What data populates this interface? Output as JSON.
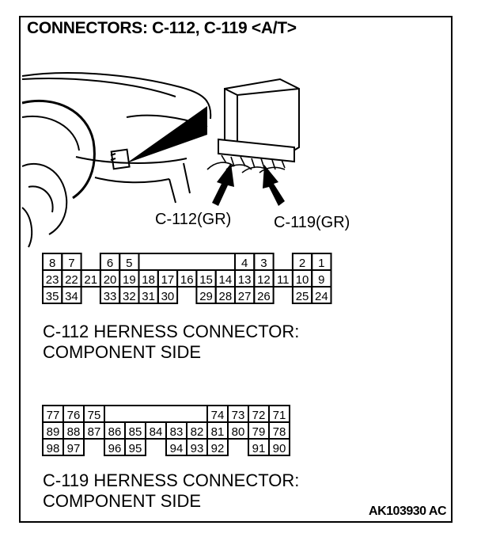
{
  "title": "CONNECTORS: C-112, C-119 <A/T>",
  "callouts": {
    "left": "C-112(GR)",
    "right": "C-119(GR)"
  },
  "connector_c112": {
    "rows": [
      [
        "8",
        "7",
        "",
        "6",
        "5",
        "",
        "",
        "",
        "",
        "",
        "4",
        "3",
        "",
        "2",
        "1"
      ],
      [
        "23",
        "22",
        "21",
        "20",
        "19",
        "18",
        "17",
        "16",
        "15",
        "14",
        "13",
        "12",
        "11",
        "10",
        "9"
      ],
      [
        "35",
        "34",
        "",
        "33",
        "32",
        "31",
        "30",
        "",
        "29",
        "28",
        "27",
        "26",
        "",
        "25",
        "24"
      ]
    ],
    "caption_line1": "C-112 HERNESS CONNECTOR:",
    "caption_line2": "COMPONENT SIDE"
  },
  "connector_c119": {
    "rows": [
      [
        "77",
        "76",
        "75",
        "",
        "",
        "",
        "",
        "",
        "74",
        "73",
        "72",
        "71"
      ],
      [
        "89",
        "88",
        "87",
        "86",
        "85",
        "84",
        "83",
        "82",
        "81",
        "80",
        "79",
        "78"
      ],
      [
        "98",
        "97",
        "",
        "96",
        "95",
        "",
        "94",
        "93",
        "92",
        "",
        "91",
        "90"
      ]
    ],
    "caption_line1": "C-119 HERNESS CONNECTOR:",
    "caption_line2": "COMPONENT SIDE"
  },
  "figure_id": "AK103930 AC"
}
